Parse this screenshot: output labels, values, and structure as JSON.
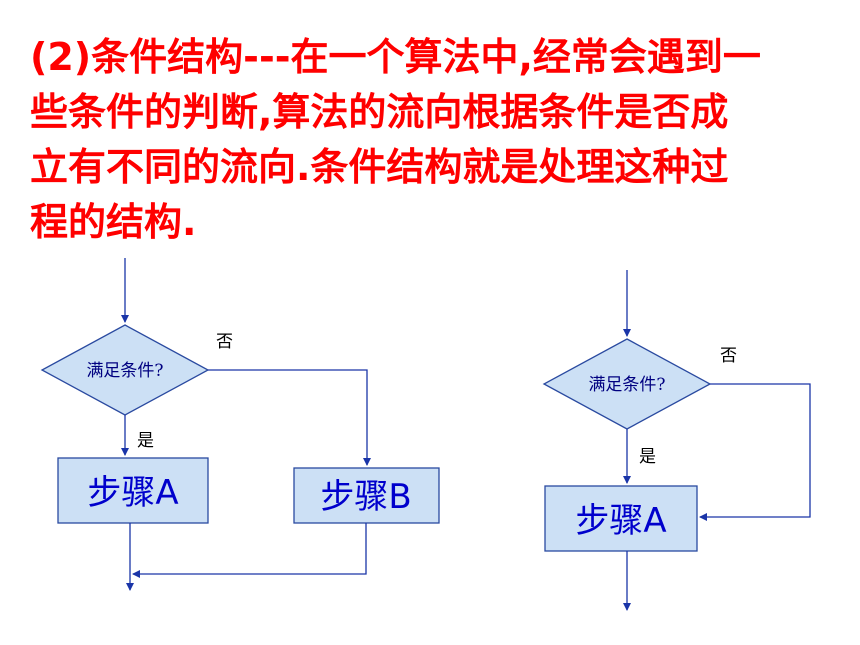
{
  "heading": {
    "lines": [
      "(2)条件结构---在一个算法中,经常会遇到一",
      "些条件的判断,算法的流向根据条件是否成",
      "立有不同的流向.条件结构就是处理这种过",
      "程的结构."
    ]
  },
  "diagram_left": {
    "condition": "满足条件?",
    "no_label": "否",
    "yes_label": "是",
    "step_a": "步骤A",
    "step_b": "步骤B"
  },
  "diagram_right": {
    "condition": "满足条件?",
    "no_label": "否",
    "yes_label": "是",
    "step_a": "步骤A"
  },
  "colors": {
    "heading": "#ff0000",
    "line": "#1a35a8",
    "box_fill": "#cce0f5",
    "box_stroke": "#2a4aa0",
    "diamond_fill": "#cce0f5"
  }
}
